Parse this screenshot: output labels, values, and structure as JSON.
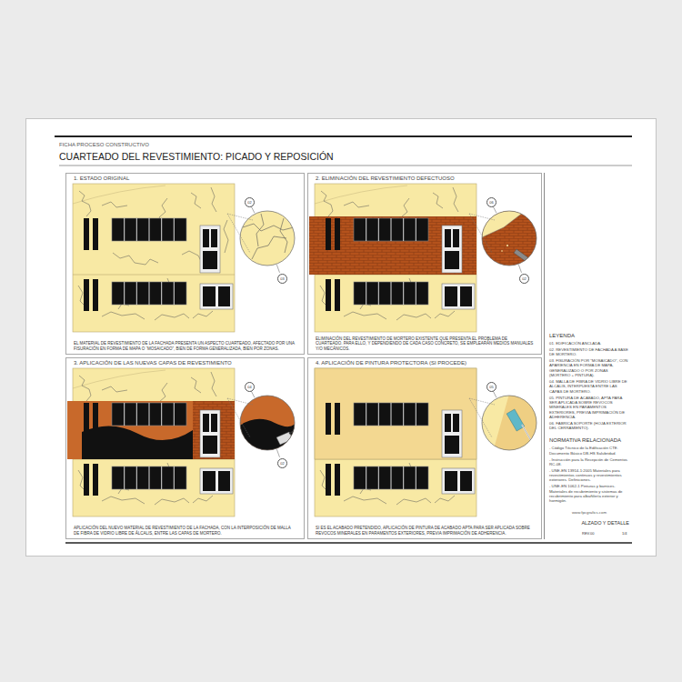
{
  "diagram": {
    "title": "CUARTEADO DEL REVESTIMIENTO: PICADO Y REPOSICIÓN",
    "nodes": [
      {
        "text": [
          "1. ESTADO ORIGINAL",
          "EL MATERIAL DE REVESTIMIENTO DE LA FACHADA PRESENTA UN ASPECTO CUARTEADO, AFECTADO POR UNA FISURACIÓN EN FORMA DE MAPA O “MOSAICADO”, BIEN DE FORMA GENERALIZADA, BIEN POR ZONAS."
        ]
      },
      {
        "text": [
          "2. ELIMINACIÓN DEL REVESTIMIENTO DEFECTUOSO",
          "ELIMINACIÓN DEL REVESTIMIENTO DE MORTERO EXISTENTE QUE PRESENTA EL PROBLEMA DE CUARTEADO. PARA ELLO, Y DEPENDIENDO DE CADA CASO CONCRETO, SE EMPLEARÁN MEDIOS MANUALES Y/O MECÁNICOS."
        ]
      },
      {
        "text": [
          "3. APLICACIÓN DE LAS NUEVAS CAPAS DE REVESTIMIENTO",
          "APLICACIÓN DEL NUEVO MATERIAL DE REVESTIMIENTO DE LA FACHADA, CON LA INTERPOSICIÓN DE MALLA DE FIBRA DE VIDRIO LIBRE DE ÁLCALIS, ENTRE LAS CAPAS DE MORTERO."
        ]
      },
      {
        "text": [
          "4. APLICACIÓN DE PINTURA PROTECTORA (SI PROCEDE)",
          "SI ES EL ACABADO PRETENDIDO, APLICACIÓN DE PINTURA DE ACABADO APTA PARA SER APLICADA SOBRE REVOCOS MINERALES EN PARAMENTOS EXTERIORES, PREVIA IMPRIMACIÓN DE ADHERENCIA."
        ]
      },
      {
        "text": [
          "LEYENDA",
          "01. EDIFICACIÓN ANCLADA.",
          "02. REVESTIMIENTO DE FACHADA A BASE DE MORTERO.",
          "03. FISURACIÓN POR “MOSAICADO”, CON APARIENCIA EN FORMA DE MAPA, GENERALIZADO O POR ZONAS (MORTERO + PINTURA).",
          "04. MALLA DE FIBRA DE VIDRIO LIBRE DE ÁLCALIS, INTERPUESTA ENTRE LAS CAPAS DE MORTERO.",
          "05. PINTURA DE ACABADO, APTA PARA SER APLICADA SOBRE REVOCOS MINERALES EN PARAMENTOS EXTERIORES, PREVIA IMPRIMACIÓN DE ADHERENCIA.",
          "06. FÁBRICA SOPORTE (HOJA EXTERIOR DEL CERRAMIENTO).",
          "NORMATIVA RELACIONADA",
          "- Código Técnico de la Edificación CTE. Documento Básico DB-HS Salubridad.",
          "- Instrucción para la Recepción de Cementos RC-08.",
          "- UNE-EN 13914-1:2005 Materiales para revestimientos continuos y revestimientos exteriores. Definiciones.",
          "- UNE-EN 1062-1 Pinturas y barnices. Materiales de recubrimiento y sistemas de recubrimiento para albañilería exterior y hormigón.",
          "www.fpcgrafics.com",
          "ALZADO Y DETALLE"
        ]
      },
      {
        "text": [
          "02"
        ],
        "in": 0
      },
      {
        "text": [
          "03"
        ],
        "in": 0
      },
      {
        "text": [
          "06"
        ],
        "in": 1
      },
      {
        "text": [
          "02"
        ],
        "in": 1
      },
      {
        "text": [
          "04"
        ],
        "in": 2
      },
      {
        "text": [
          "02"
        ],
        "in": 2
      },
      {
        "text": [
          "05"
        ],
        "in": 3
      }
    ],
    "labels": [
      "FICHA PROCESO CONSTRUCTIVO",
      "REV.00",
      "1/4"
    ]
  }
}
